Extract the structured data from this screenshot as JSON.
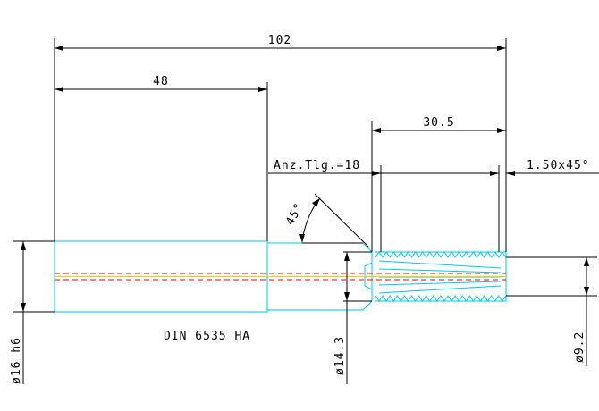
{
  "dimensions": {
    "overall_length": "102",
    "shank_length": "48",
    "thread_length": "30.5",
    "teeth_count": "Anz.Tlg.=18",
    "chamfer": "1.50x45°",
    "angle": "45°",
    "shank_diameter": "ø16 h6",
    "neck_diameter": "ø14.3",
    "thread_diameter": "ø9.2"
  },
  "standard": "DIN 6535 HA"
}
